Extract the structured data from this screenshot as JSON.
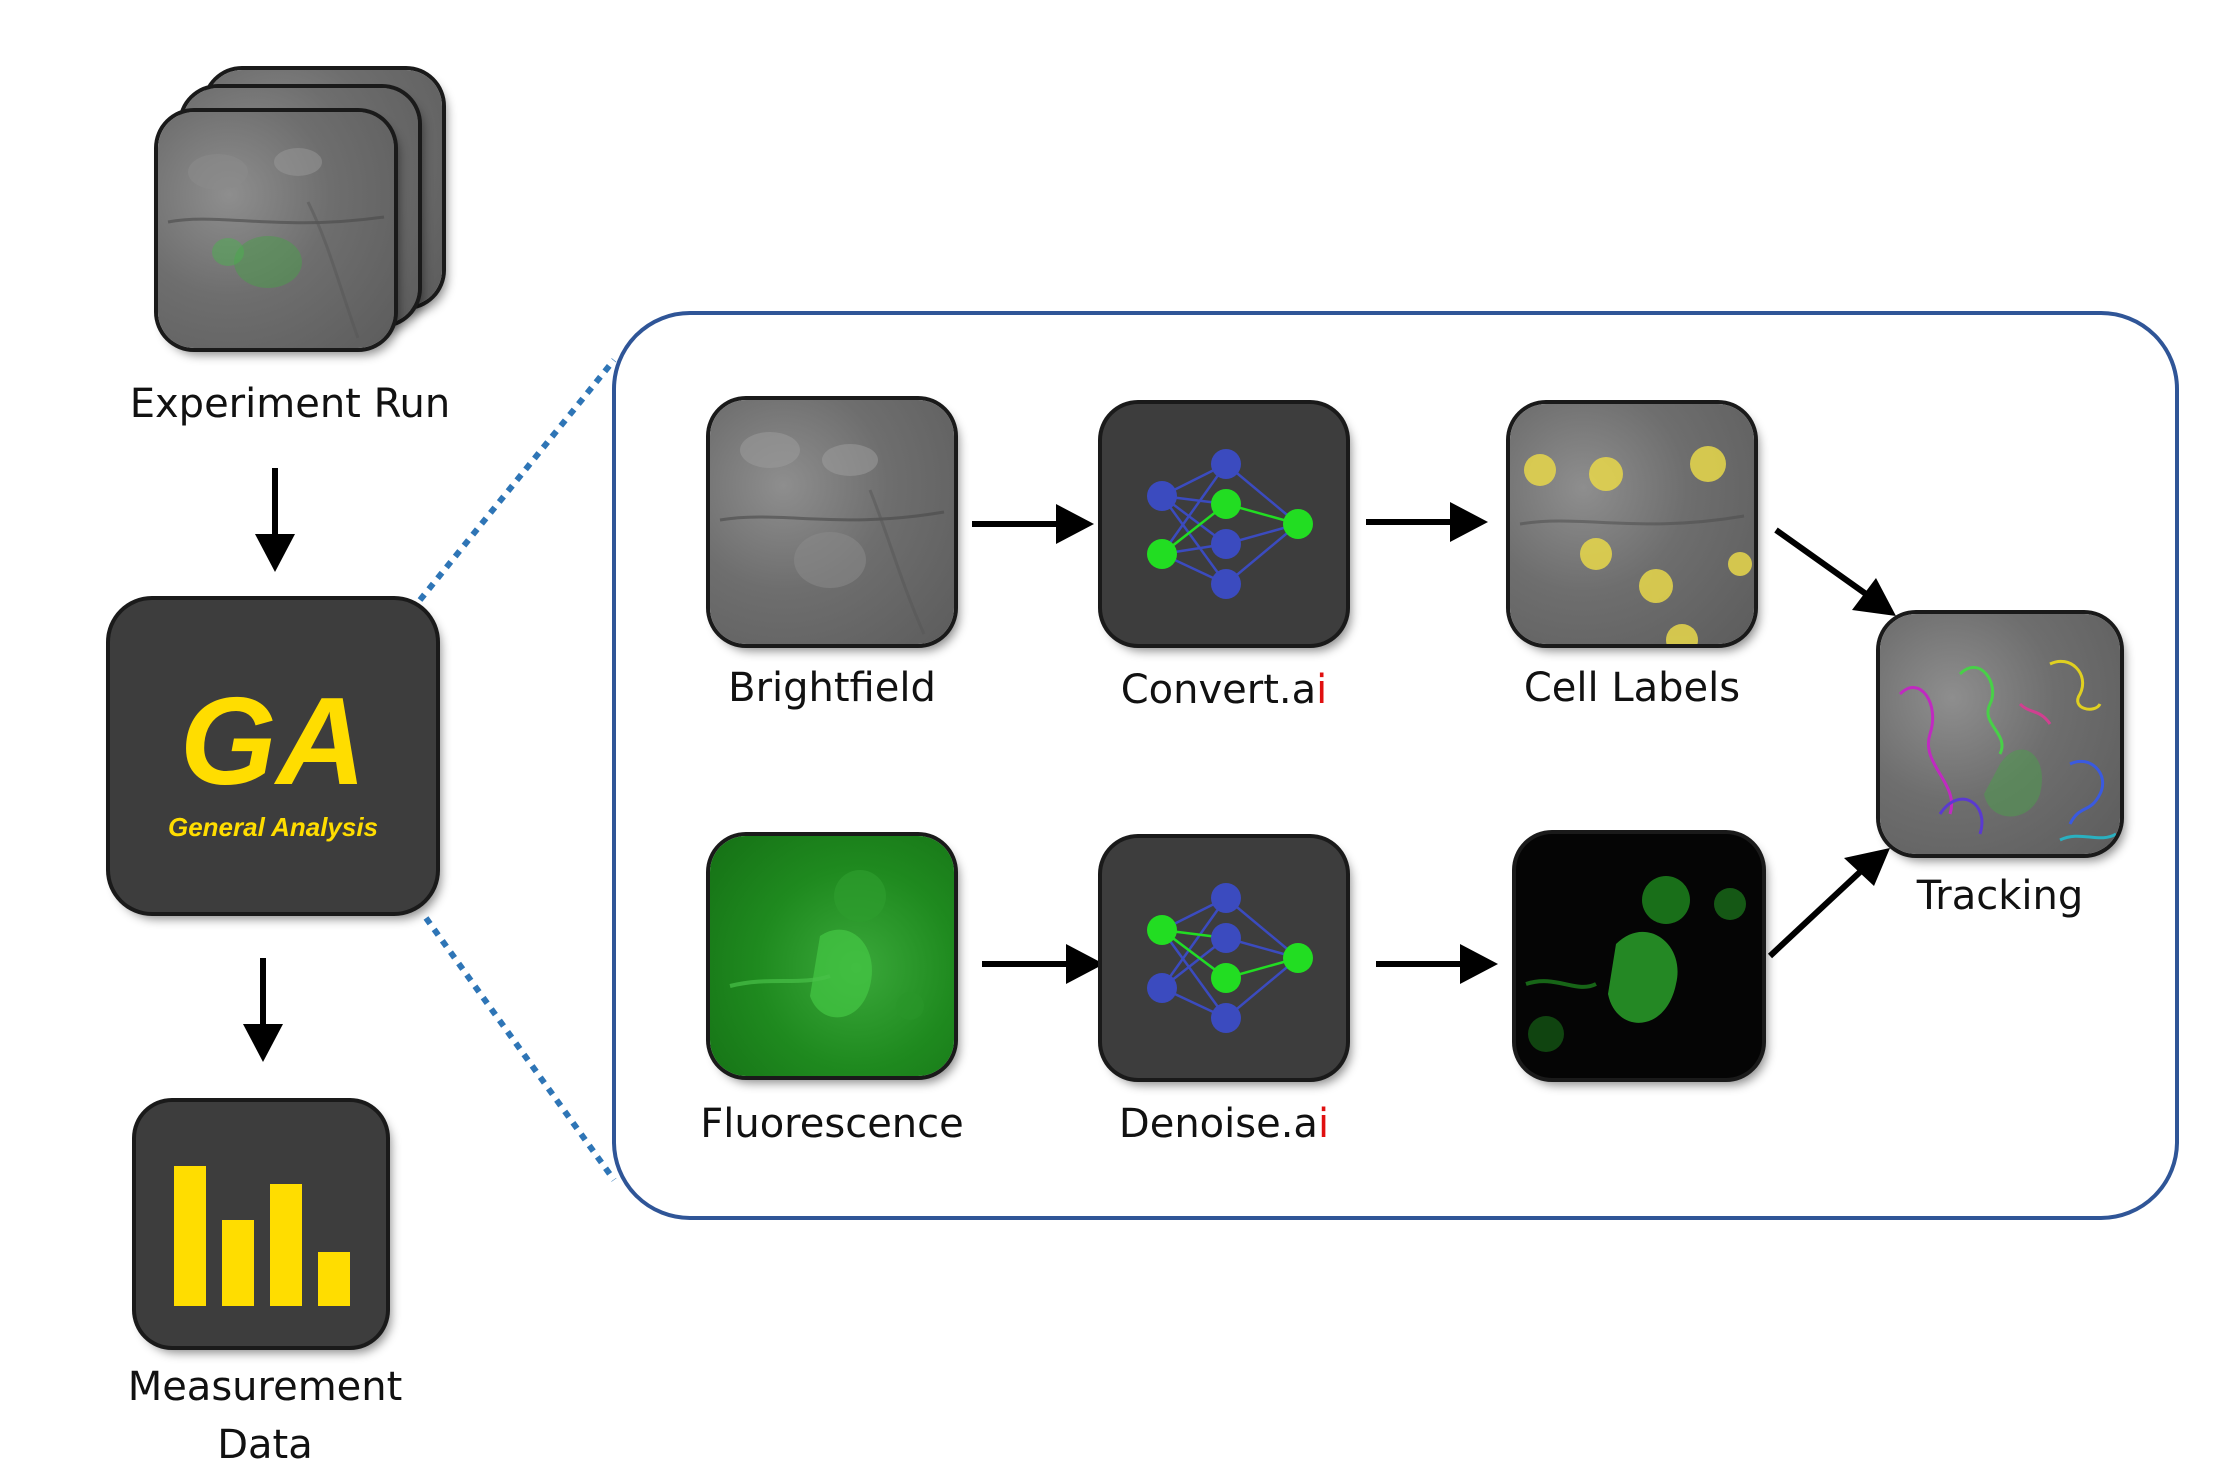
{
  "left_column": {
    "experiment_label": "Experiment Run",
    "app": {
      "logo_text": "GA",
      "subtitle": "General Analysis"
    },
    "measurement_label_line1": "Measurement",
    "measurement_label_line2": "Data"
  },
  "pipeline": {
    "brightfield_label": "Brightfield",
    "convert_label_main": "Convert.a",
    "convert_label_accent": "i",
    "cell_labels_label": "Cell Labels",
    "fluorescence_label": "Fluorescence",
    "denoise_label_main": "Denoise.a",
    "denoise_label_accent": "i",
    "tracking_label": "Tracking"
  },
  "colors": {
    "accent_yellow": "#ffdd00",
    "panel_border": "#2f5597",
    "connector_dots": "#2e75b6",
    "node_blue": "#3b4bbf",
    "node_green": "#22dd22",
    "ai_red": "#e01010"
  }
}
